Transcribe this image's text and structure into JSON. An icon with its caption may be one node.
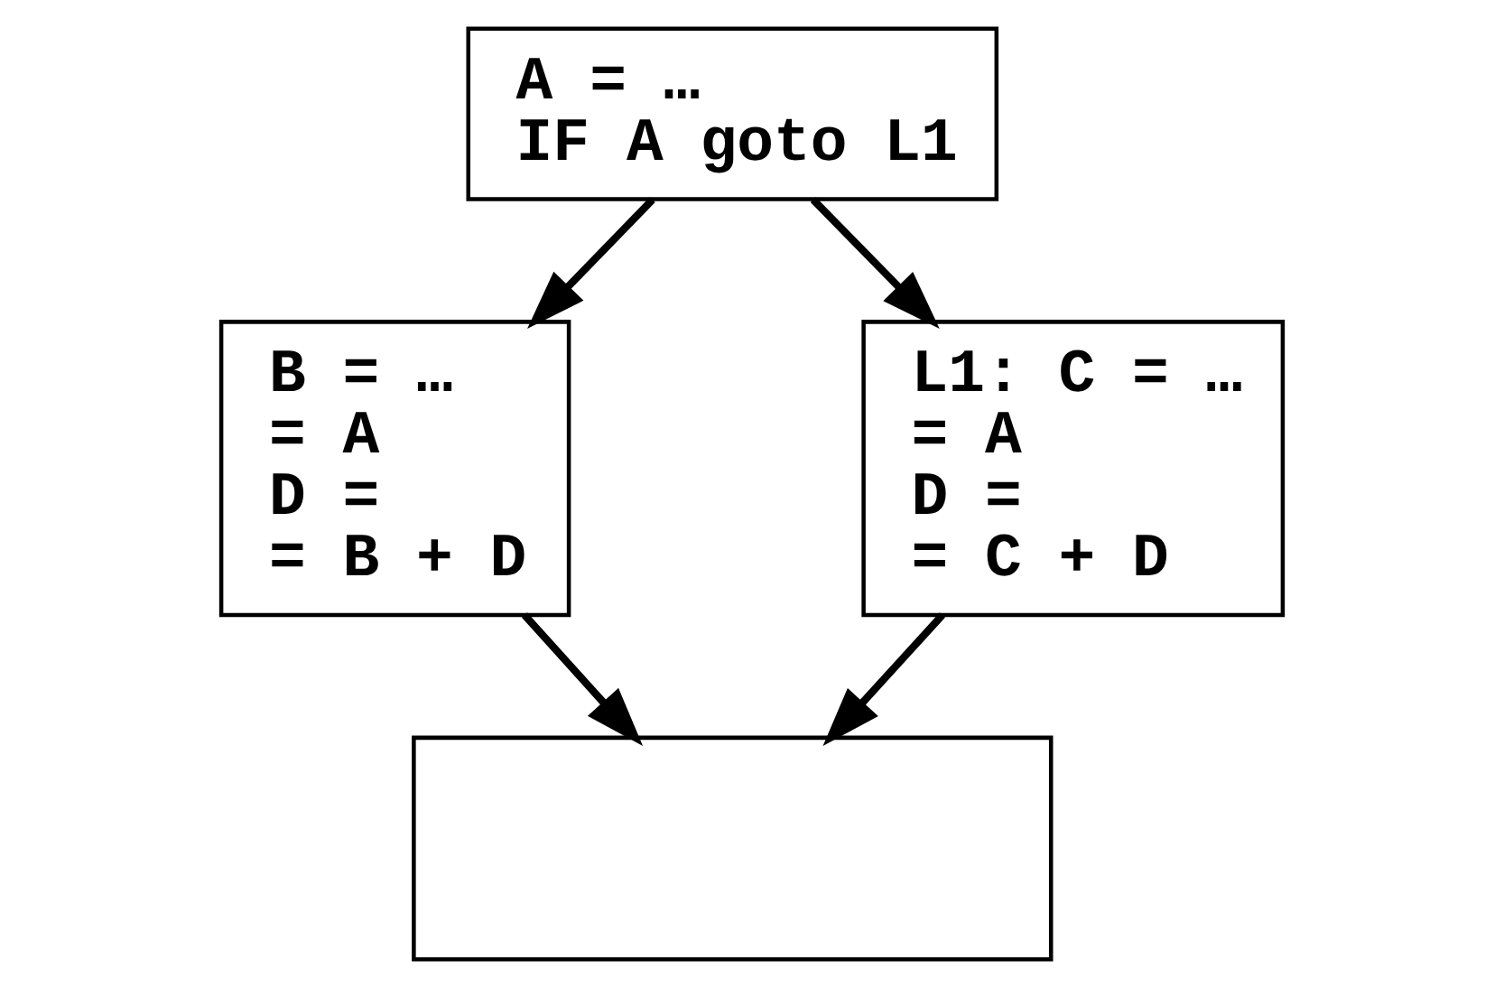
{
  "diagram": {
    "nodes": [
      {
        "text": [
          "A = …",
          "IF A goto L1"
        ]
      },
      {
        "text": [
          "B = …",
          "= A",
          "D =",
          "= B + D"
        ]
      },
      {
        "text": [
          "L1: C = …",
          "= A",
          "D =",
          "= C + D"
        ]
      },
      {
        "text": [],
        "shape": "box"
      }
    ],
    "edges": [
      {
        "from": 0,
        "to": 1,
        "arrow": "to"
      },
      {
        "from": 0,
        "to": 2,
        "arrow": "to"
      },
      {
        "from": 1,
        "to": 3,
        "arrow": "to"
      },
      {
        "from": 2,
        "to": 3,
        "arrow": "to"
      }
    ]
  }
}
